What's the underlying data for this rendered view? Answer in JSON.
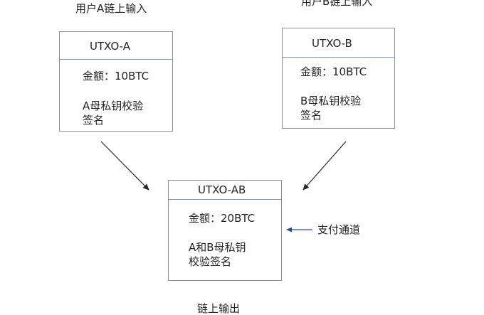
{
  "diagram": {
    "input_a_label": "用户A链上输入",
    "input_b_label": "用户B链上输入",
    "output_label": "链上输出",
    "channel_label": "支付通道",
    "box_a": {
      "title": "UTXO-A",
      "amount": "金额：10BTC",
      "sig_line1": "A母私钥校验",
      "sig_line2": "签名"
    },
    "box_b": {
      "title": "UTXO-B",
      "amount": "金额：10BTC",
      "sig_line1": "B母私钥校验",
      "sig_line2": "签名"
    },
    "box_ab": {
      "title": "UTXO-AB",
      "amount": "金额：20BTC",
      "sig_line1": "A和B母私钥",
      "sig_line2": "校验签名"
    }
  }
}
